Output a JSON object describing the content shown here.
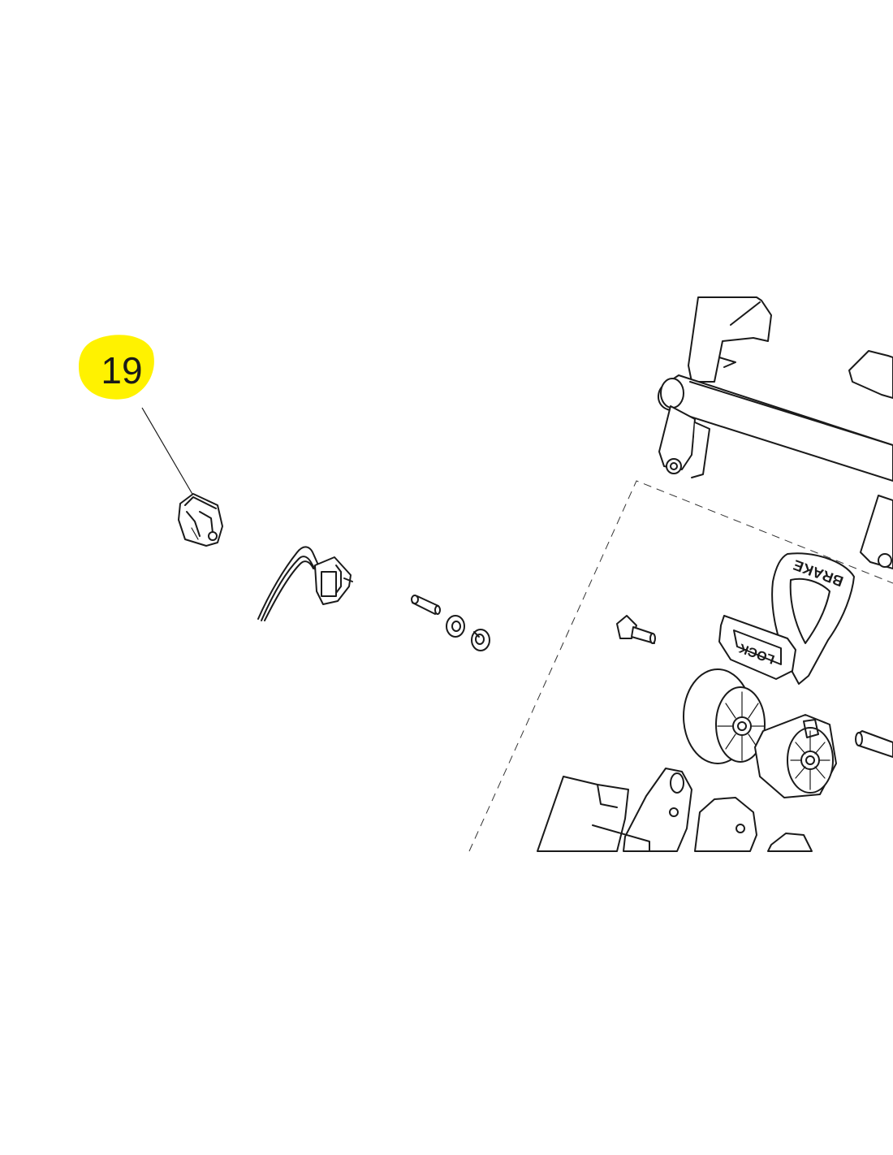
{
  "callout": {
    "number": "19",
    "highlight_color": "#fff200"
  },
  "part_labels": {
    "lever_top": "BRAKE",
    "lever_bottom": "LOCK"
  },
  "colors": {
    "line": "#1a1a1a",
    "background": "#ffffff"
  }
}
